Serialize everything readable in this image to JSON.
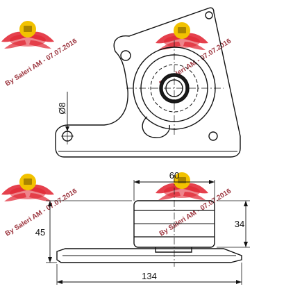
{
  "drawing": {
    "dimensions": {
      "hole_diameter": "Ø8",
      "pulley_width": "60",
      "total_height": "45",
      "pulley_height": "34",
      "base_length": "134"
    },
    "watermark": {
      "text": "By Saleri AM - 07.07.2016",
      "colors": {
        "wing": "#e0202e",
        "badge": "#f2c200"
      }
    },
    "colors": {
      "line": "#111111",
      "background": "#ffffff"
    }
  }
}
